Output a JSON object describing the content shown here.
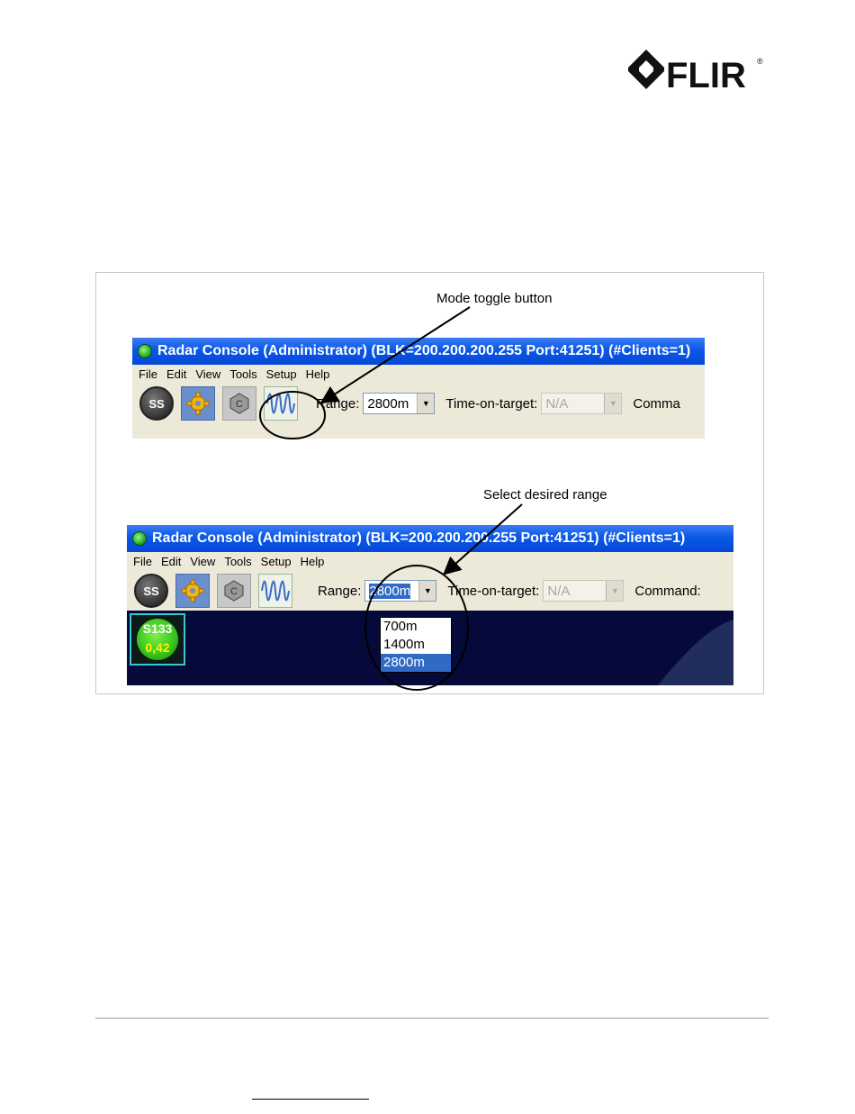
{
  "logo": {
    "text": "FLIR",
    "registered": "®"
  },
  "figure": {
    "callout_top": "Mode toggle button",
    "callout_bottom": "Select desired range",
    "window": {
      "title": "Radar Console (Administrator) (BLK=200.200.200.255 Port:41251) (#Clients=1)",
      "menu": [
        "File",
        "Edit",
        "View",
        "Tools",
        "Setup",
        "Help"
      ],
      "ss_button": "SS",
      "c_button": "C",
      "range_label": "Range:",
      "range_value": "2800m",
      "tot_label": "Time-on-target:",
      "tot_value": "N/A",
      "command_label_top": "Comma",
      "command_label_bottom": "Command:"
    },
    "range_options": [
      "700m",
      "1400m",
      "2800m"
    ],
    "sensor": {
      "name": "S133",
      "value": "0,42"
    }
  },
  "colors": {
    "titlebar": "#0548d8",
    "selection": "#316ac5",
    "radar_bg": "#060a3a"
  }
}
